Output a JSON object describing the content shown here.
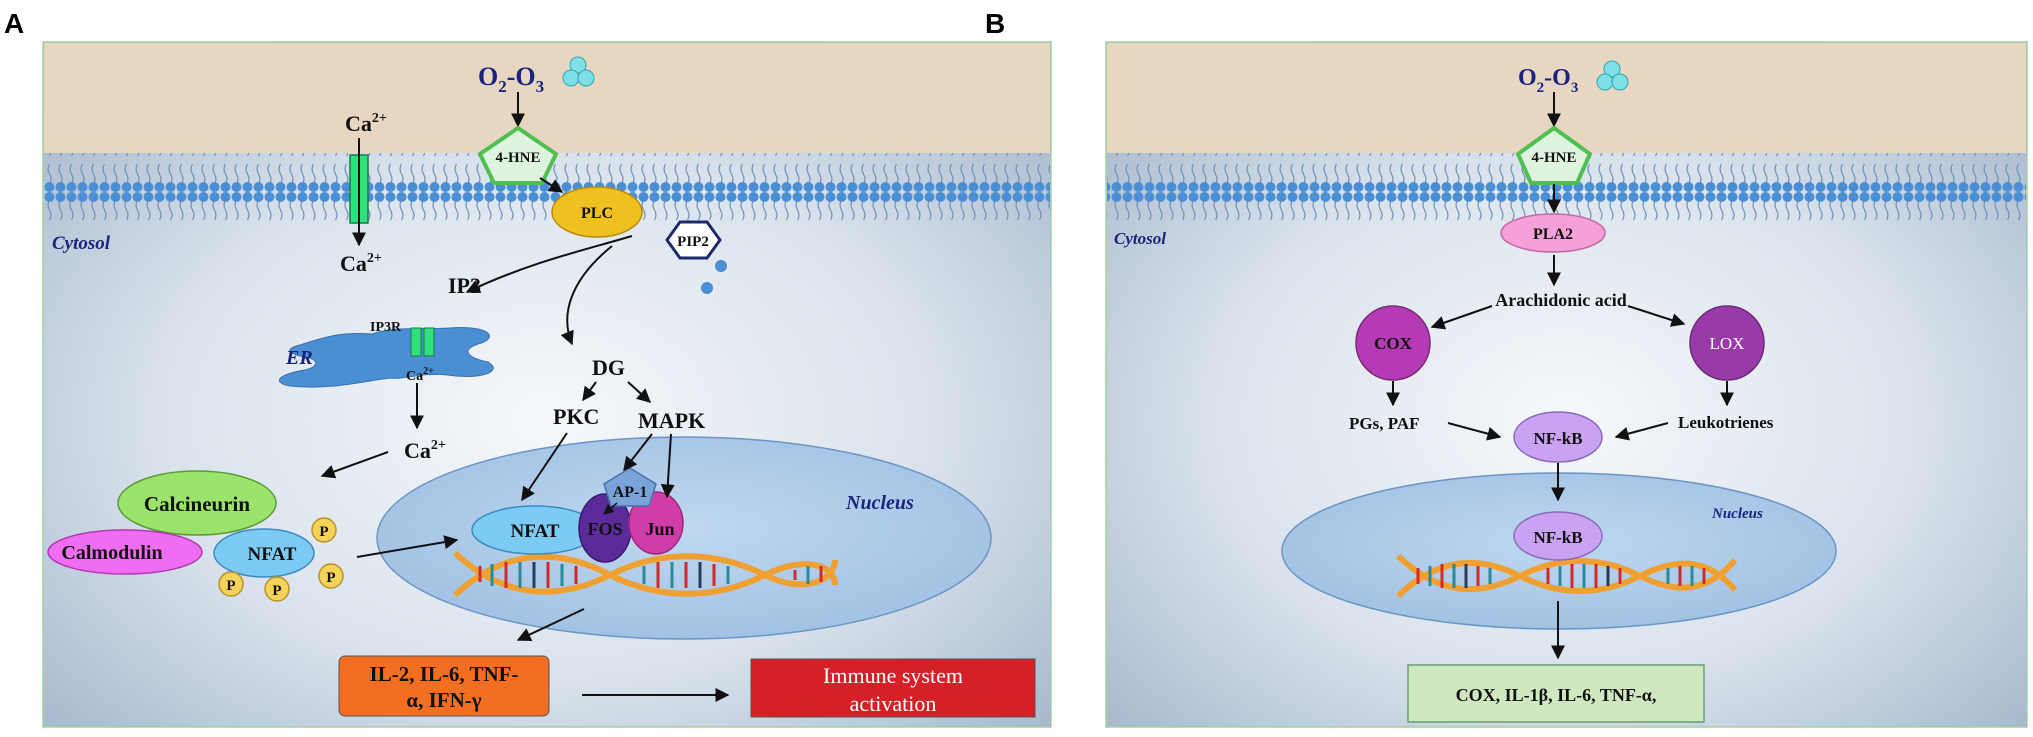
{
  "panels": {
    "a": {
      "label": "A",
      "cytosol": "Cytosol",
      "stimulus": {
        "o2_letter": "O",
        "o2_sub": "2",
        "dash": "-O",
        "o3_sub": "3"
      },
      "hne": "4-HNE",
      "ca_top": {
        "base": "Ca",
        "sup": "2+"
      },
      "ca_bottom": {
        "base": "Ca",
        "sup": "2+"
      },
      "plc": "PLC",
      "pip2": "PIP2",
      "ip3": "IP3",
      "ip3r": "IP3R",
      "er": "ER",
      "er_ca": {
        "base": "Ca",
        "sup": "2+"
      },
      "ca_cyto": {
        "base": "Ca",
        "sup": "2+"
      },
      "dg": "DG",
      "pkc": "PKC",
      "mapk": "MAPK",
      "calcineurin": "Calcineurin",
      "calmodulin": "Calmodulin",
      "nfat_cyto": "NFAT",
      "phospho": [
        "P",
        "P",
        "P",
        "P"
      ],
      "nucleus": "Nucleus",
      "nfat_nuc": "NFAT",
      "ap1": "AP-1",
      "fos": "FOS",
      "jun": "Jun",
      "cytokines": {
        "line1": "IL-2, IL-6, TNF-",
        "line2": "α, IFN-γ"
      },
      "immune": {
        "line1": "Immune system",
        "line2": "activation"
      }
    },
    "b": {
      "label": "B",
      "cytosol": "Cytosol",
      "stimulus": {
        "o2_letter": "O",
        "o2_sub": "2",
        "dash": "-O",
        "o3_sub": "3"
      },
      "hne": "4-HNE",
      "pla2": "PLA2",
      "arachidonic": "Arachidonic acid",
      "cox": "COX",
      "lox": "LOX",
      "pgs": "PGs, PAF",
      "leukotrienes": "Leukotrienes",
      "nfkb_cyto": "NF-kB",
      "nucleus": "Nucleus",
      "nfkb_nuc": "NF-kB",
      "output": "COX, IL-1β, IL-6, TNF-α,"
    }
  },
  "colors": {
    "membrane_head": "#4a8fd4",
    "extracellular": "#e6d6c2",
    "cytosol_light": "#f2f5f9",
    "cytosol_dark": "#9fb2c8",
    "nucleus_fill": "#a9c9e8",
    "dna_strand": "#f0a030",
    "hne_stroke": "#4fbf4f",
    "plc_fill": "#f0c020",
    "calcineurin_fill": "#9be36b",
    "calmodulin_fill": "#f06cf0",
    "nfat_fill": "#7ccbf4",
    "phospho_fill": "#f5d35a",
    "fos_fill": "#5b2b9b",
    "jun_fill": "#d03ca8",
    "ap1_fill": "#7aa3d8",
    "cytokine_fill": "#f26f21",
    "immune_fill": "#d62027",
    "pla2_fill": "#f5a0d6",
    "cox_fill": "#b53bb4",
    "lox_fill": "#9a3aa8",
    "nfkb_fill": "#c9a2f2",
    "output_fill": "#cfe8c0",
    "ozone_fill": "#7ee0e6"
  }
}
